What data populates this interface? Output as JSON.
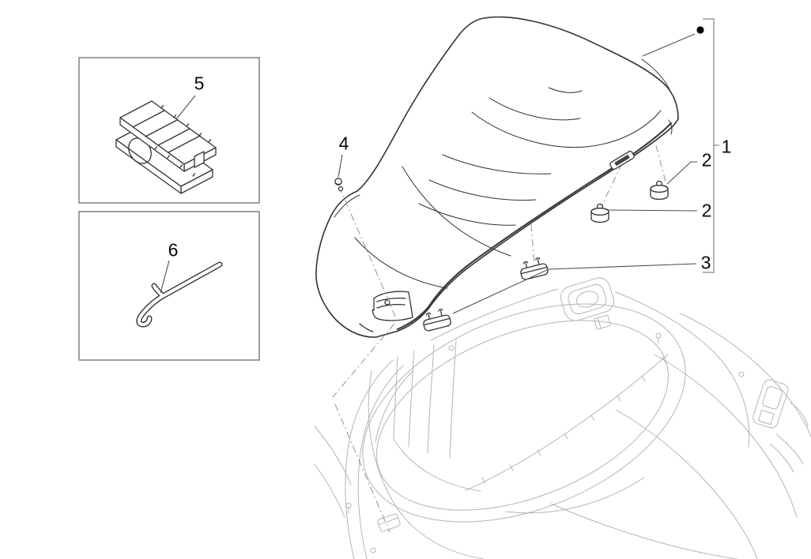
{
  "figure": {
    "type": "exploded-parts-diagram",
    "callouts": {
      "part1": "1",
      "part2_upper": "2",
      "part2_lower": "2",
      "part3": "3",
      "part4": "4",
      "part5": "5",
      "part6": "6"
    },
    "icons": {
      "bullet": "filled-circle-marker"
    },
    "colors": {
      "background": "#ffffff",
      "part_line": "#333333",
      "body_line": "#b5b5b5",
      "leader_line": "#4d4d4d",
      "bracket_line": "#9c9c9c",
      "dash_line": "#9a9a9a",
      "label_text": "#0a0a0a",
      "box_border": "#777777"
    }
  }
}
